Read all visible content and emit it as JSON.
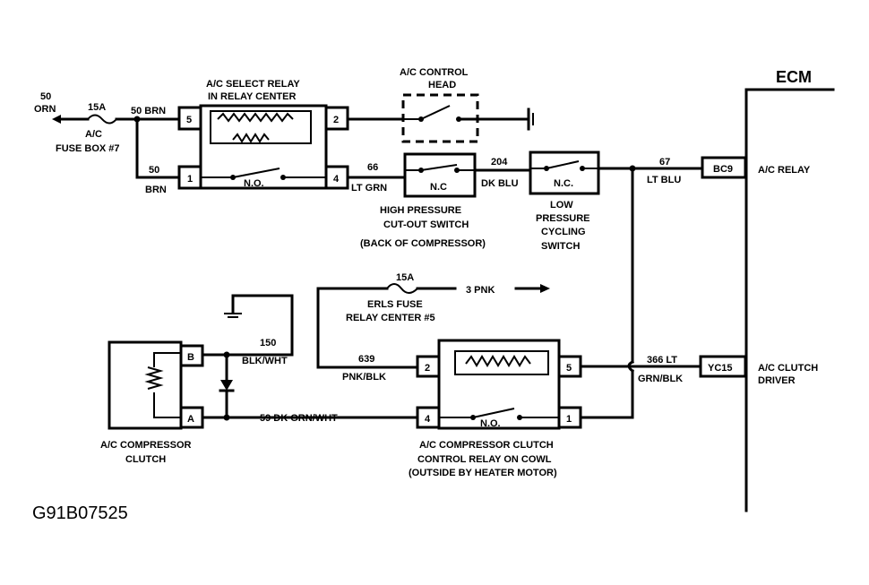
{
  "ecm": {
    "title": "ECM",
    "terminal_ac_relay": "BC9",
    "label_ac_relay": "A/C RELAY",
    "terminal_clutch_driver": "YC15",
    "label_clutch_driver_1": "A/C CLUTCH",
    "label_clutch_driver_2": "DRIVER"
  },
  "fuse_box": {
    "wire_in_1": "50",
    "wire_in_2": "ORN",
    "fuse": "15A",
    "label_1": "A/C",
    "label_2": "FUSE BOX #7",
    "wire_out": "50 BRN",
    "wire_branch_1": "50",
    "wire_branch_2": "BRN"
  },
  "select_relay": {
    "title_1": "A/C SELECT RELAY",
    "title_2": "IN RELAY CENTER",
    "pin_5": "5",
    "pin_2": "2",
    "pin_1": "1",
    "pin_4": "4",
    "contact": "N.O."
  },
  "control_head": {
    "title_1": "A/C CONTROL",
    "title_2": "HEAD"
  },
  "high_pressure_switch": {
    "wire_in_1": "66",
    "wire_in_2": "LT GRN",
    "contact": "N.C",
    "title_1": "HIGH PRESSURE",
    "title_2": "CUT-OUT SWITCH",
    "title_3": "(BACK OF COMPRESSOR)"
  },
  "low_pressure_switch": {
    "wire_in_1": "204",
    "wire_in_2": "DK BLU",
    "contact": "N.C.",
    "title_1": "LOW",
    "title_2": "PRESSURE",
    "title_3": "CYCLING",
    "title_4": "SWITCH"
  },
  "ecm_wire": {
    "num": "67",
    "color": "LT BLU"
  },
  "erls_fuse": {
    "fuse": "15A",
    "wire": "3 PNK",
    "title_1": "ERLS FUSE",
    "title_2": "RELAY CENTER #5"
  },
  "compressor_clutch": {
    "pin_b": "B",
    "pin_a": "A",
    "wire_b_1": "150",
    "wire_b_2": "BLK/WHT",
    "wire_a": "59 DK GRN/WHT",
    "title_1": "A/C COMPRESSOR",
    "title_2": "CLUTCH"
  },
  "clutch_relay": {
    "wire_in_1": "639",
    "wire_in_2": "PNK/BLK",
    "pin_2": "2",
    "pin_5": "5",
    "pin_4": "4",
    "pin_1": "1",
    "contact": "N.O.",
    "wire_out_1": "366 LT",
    "wire_out_2": "GRN/BLK",
    "title_1": "A/C COMPRESSOR CLUTCH",
    "title_2": "CONTROL RELAY ON COWL",
    "title_3": "(OUTSIDE BY HEATER MOTOR)"
  },
  "figure_code": "G91B07525"
}
